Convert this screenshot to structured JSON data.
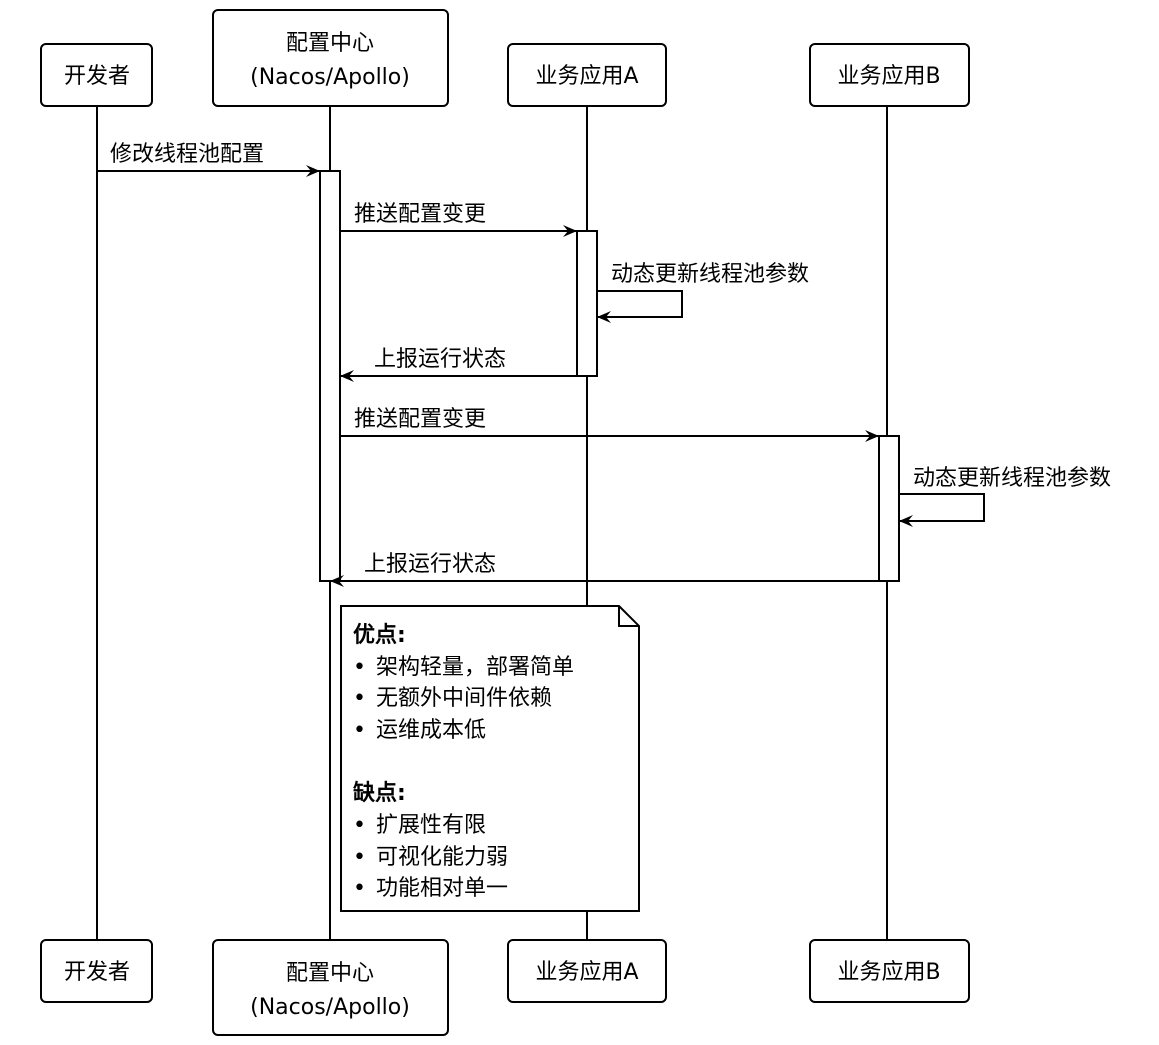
{
  "participants": [
    {
      "id": "dev",
      "lines": [
        "开发者"
      ]
    },
    {
      "id": "config",
      "lines": [
        "配置中心",
        "(Nacos/Apollo)"
      ]
    },
    {
      "id": "appA",
      "lines": [
        "业务应用A"
      ]
    },
    {
      "id": "appB",
      "lines": [
        "业务应用B"
      ]
    }
  ],
  "messages": [
    {
      "from": "dev",
      "to": "config",
      "label": "修改线程池配置"
    },
    {
      "from": "config",
      "to": "appA",
      "label": "推送配置变更"
    },
    {
      "from": "appA",
      "to": "appA",
      "label": "动态更新线程池参数"
    },
    {
      "from": "appA",
      "to": "config",
      "label": "上报运行状态"
    },
    {
      "from": "config",
      "to": "appB",
      "label": "推送配置变更"
    },
    {
      "from": "appB",
      "to": "appB",
      "label": "动态更新线程池参数"
    },
    {
      "from": "appB",
      "to": "config",
      "label": "上报运行状态"
    }
  ],
  "note": {
    "pros_title": "优点:",
    "pros": [
      "架构轻量，部署简单",
      "无额外中间件依赖",
      "运维成本低"
    ],
    "cons_title": "缺点:",
    "cons": [
      "扩展性有限",
      "可视化能力弱",
      "功能相对单一"
    ],
    "bullet": "•"
  },
  "colors": {
    "stroke": "#000000",
    "fill": "#ffffff"
  }
}
